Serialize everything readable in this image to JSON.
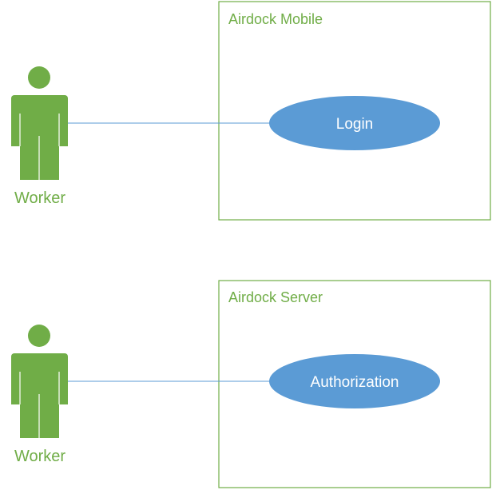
{
  "colors": {
    "actor_green": "#70ad47",
    "usecase_blue": "#5b9bd5",
    "usecase_text": "#ffffff",
    "connector": "#5b9bd5",
    "background": "#ffffff"
  },
  "systems": [
    {
      "title": "Airdock Mobile",
      "actor": {
        "label": "Worker",
        "icon": "person-icon"
      },
      "use_case": {
        "label": "Login"
      }
    },
    {
      "title": "Airdock Server",
      "actor": {
        "label": "Worker",
        "icon": "person-icon"
      },
      "use_case": {
        "label": "Authorization"
      }
    }
  ]
}
